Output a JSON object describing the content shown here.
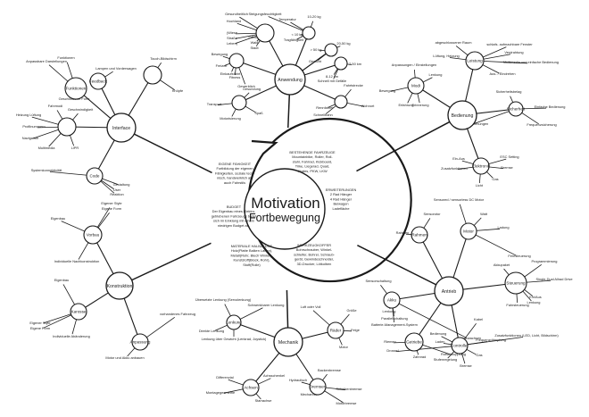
{
  "title": {
    "line1": "Motivation",
    "line2": "Fortbewegung"
  },
  "center_texts": [
    {
      "id": "eigene-faehigkeit",
      "lines": [
        "EIGENE FÄHIGKEIT",
        "Fortbildung der eigenen",
        "Fähigkeiten, soziale tech-",
        "nisch, handwerklich als",
        "auch Fahrstils"
      ]
    },
    {
      "id": "bestehende-fahrzeuge",
      "lines": [
        "BESTEHENDE FAHRZEUGE",
        "Mountainbike, Roller, Roll-",
        "stuhl, Fahrrad, Kickboard,",
        "Trike, Liegerad, Quad,",
        "Skates, PKW, LKW"
      ]
    },
    {
      "id": "erweiterungen",
      "lines": [
        "ERWEITERUNGEN",
        "2 Rad Hänger",
        "4 Rad Hänger",
        "Beiwagen",
        "Ladefläche"
      ]
    },
    {
      "id": "budget",
      "lines": [
        "BUDGET",
        "Der Eigenbau eines Elektro-",
        "getriebenen Fahrzeugs bietet",
        "sich im Einklang mit einem",
        "niedrigen Budget an."
      ]
    },
    {
      "id": "materiale-halbzeuge",
      "lines": [
        "MATERIALE HALBZEUGE",
        "Holz(Platte Balken Latten),",
        "Metall(Rohr, Blech Winkel),",
        "Kunststoff(Block, Rohr),",
        "Stoff(Rolle)"
      ]
    },
    {
      "id": "werkzeugkoffer",
      "lines": [
        "WERKZEUGKOFFER",
        "Bohrschrauber, Winkel-",
        "schleifer, Bohrer, Schraub-",
        "gerät, Gewindeschneider,",
        "3D-Drucker, Lötkolben"
      ]
    }
  ],
  "clusters": [
    {
      "id": "anwendung",
      "label": "Anwendung",
      "children": [
        {
          "id": "laender",
          "label": "",
          "leaves": [
            "Gesundheitlich",
            "Hochland",
            "Offroad",
            "Wald",
            "Stadt",
            "(Wiese",
            "Straße",
            "Leben)"
          ]
        },
        {
          "id": "temperatur",
          "label": "",
          "leaves": [
            "Steigungsfeuchtigkeit",
            "Temperatur",
            "10-20 kg",
            "< 10 kg",
            "Tragfähigkeit"
          ]
        },
        {
          "id": "gewicht",
          "label": "",
          "leaves": [
            "20-50 kg",
            "> 50 kg",
            "Gewicht"
          ]
        },
        {
          "id": "geschw",
          "label": "",
          "leaves": [
            "8-12 km",
            "7-50 km",
            "Schnell mit Gefälle"
          ]
        },
        {
          "id": "freizeit",
          "label": "",
          "leaves": [
            "Bewegung",
            "Freizeit",
            "Fitness",
            "Gewerblich",
            "Einkaufsfahrt"
          ]
        },
        {
          "id": "transport",
          "label": "",
          "leaves": [
            "Transport",
            "Motorisierung",
            "Spaß",
            "Gesundung"
          ]
        },
        {
          "id": "fahrtstrecke",
          "label": "",
          "leaves": [
            "Fahrtstrecke",
            "Wohnort",
            "Rennfahrer",
            "Schnellbahn"
          ]
        }
      ]
    },
    {
      "id": "interface",
      "label": "Interface",
      "children": [
        {
          "id": "funktionen",
          "label": "Funktionen",
          "leaves": [
            "Funktionen",
            "Anpassbare Darstellungen",
            "Geschlossene Form"
          ]
        },
        {
          "id": "feedback",
          "label": "Feedback",
          "leaves": [
            "Lampen und Vorderwagen"
          ]
        },
        {
          "id": "touch",
          "label": "",
          "leaves": [
            "Touch-Bildschirm",
            "Knöpfe"
          ]
        },
        {
          "id": "geschwindigkeit",
          "label": "",
          "leaves": [
            "Geschwindigkeit",
            "Fahrmodi",
            "Heizung Lüftung",
            "Profilnummern",
            "Navigation",
            "Multimedia",
            "LiPR"
          ]
        },
        {
          "id": "code",
          "label": "Code",
          "leaves": [
            "Systemkonnektivität",
            "Gestaltung",
            "User",
            "Reaktion"
          ]
        }
      ]
    },
    {
      "id": "bedienung",
      "label": "Bedienung",
      "children": [
        {
          "id": "modi",
          "label": "Modi",
          "leaves": [
            "Anpassungen / Einstellungen",
            "Bewegung",
            "Erfahrung",
            "Erinnerung",
            "Lenkung"
          ]
        },
        {
          "id": "leistung",
          "label": "Leistung",
          "leaves": [
            "abgeschlossener Raum",
            "Lüftung, Heizung",
            "schlafs. aufmachbare Fenster",
            "Verdrahtung",
            "Multimedia und einfache Bedienung",
            "Aus- / Eindrehen"
          ]
        },
        {
          "id": "sicherheit",
          "label": "Sicherheit",
          "leaves": [
            "Sicherheitsbelag",
            "Einfache Bedienung",
            "Verschleißbeziehungen",
            "Frequenzsicherung"
          ]
        },
        {
          "id": "elektronik",
          "label": "Elektronik",
          "leaves": [
            "Ein-Aus",
            "Zusatzfunktionen",
            "ESC Setting",
            "Bremse",
            "Gas",
            "Licht"
          ]
        }
      ]
    },
    {
      "id": "antrieb",
      "label": "Antrieb",
      "children": [
        {
          "id": "rahmen",
          "label": "Rahmen",
          "leaves": [
            "Sensorotor",
            "Rahmen"
          ]
        },
        {
          "id": "motor",
          "label": "Motor",
          "leaves": [
            "Sensored / sensorless DC Motor",
            "Watt",
            "Ladung",
            "Fernsteuerung"
          ]
        },
        {
          "id": "steuerung",
          "label": "Steuerung",
          "leaves": [
            "Programmierung",
            "Single-Dual Allrad Drive",
            "Akkupaket",
            "Ein/Aus",
            "Lenkung",
            "Fahrsteuerung"
          ]
        },
        {
          "id": "akku",
          "label": "Akku",
          "leaves": [
            "Sensorschaltung",
            "Lenkung",
            "Parallelschaltung",
            "Batterie-Management-System",
            "Ausgewachsen"
          ]
        },
        {
          "id": "getriebe",
          "label": "Getriebe",
          "leaves": [
            "Riemen",
            "Zahnrad",
            "Rutschkupplung"
          ]
        },
        {
          "id": "controller",
          "label": "Controller",
          "leaves": [
            "Bedienung",
            "Laden",
            "Stufenregelung",
            "Kabel",
            "Frequenzdämpfung",
            "Zusatzfunktionen (LED, Licht, Bildschirm)",
            "Gas",
            "Bremse",
            "Drossel"
          ]
        }
      ]
    },
    {
      "id": "mechanik",
      "label": "Mechanik",
      "children": [
        {
          "id": "lenkung",
          "label": "Lenkung",
          "leaves": [
            "Übersetzte Lenkung (Servolenkung)",
            "Schwenkbarer Lenkung",
            "Direkte Lenkung",
            "Lenkung über Gewicht (Lenkrad, Joystick)"
          ]
        },
        {
          "id": "raeder",
          "label": "Räder",
          "leaves": [
            "Luft oder Voll",
            "Größe",
            "Felge",
            "Motor"
          ]
        },
        {
          "id": "bremsen",
          "label": "Bremsen",
          "leaves": [
            "Backenbremse",
            "Hydraulisch",
            "Mechanisch",
            "Scheibenbremse",
            "Motorbremse"
          ]
        },
        {
          "id": "achsen",
          "label": "Achsen",
          "leaves": [
            "Differenzial",
            "Montagegeometrie",
            "Starrachse",
            "Achsschenkel"
          ]
        }
      ]
    },
    {
      "id": "konstruktion",
      "label": "Konstruktion",
      "children": [
        {
          "id": "vorbau",
          "label": "Vorbau",
          "leaves": [
            "Eigener Style",
            "Eigene Form",
            "Eigenbau",
            "Individuelle Nachkonstruktion"
          ]
        },
        {
          "id": "karosse",
          "label": "Karosse",
          "leaves": [
            "Eigenbau",
            "Eigener Style",
            "Eigene Form",
            "Individuelle Abänderung"
          ]
        },
        {
          "id": "anpassung",
          "label": "Anpassung",
          "leaves": [
            "vorhandenes Fahrzeug",
            "Motor und Akku anbauen"
          ]
        }
      ]
    }
  ]
}
